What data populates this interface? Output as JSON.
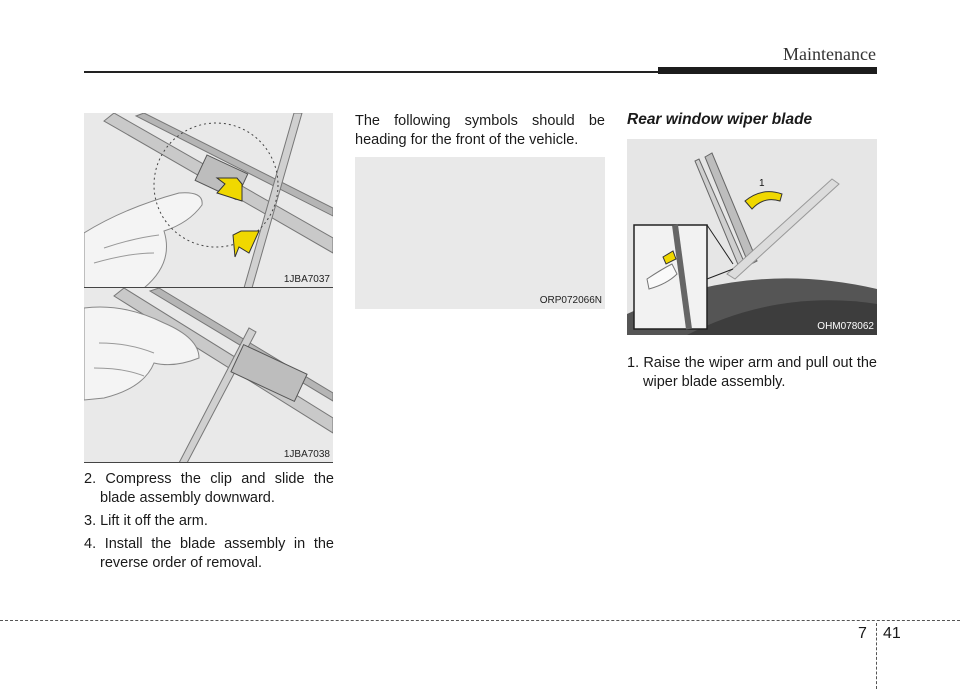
{
  "header": {
    "title": "Maintenance"
  },
  "figures": {
    "fig1_code": "1JBA7037",
    "fig2_code": "1JBA7038",
    "fig3_code": "ORP072066N",
    "fig4_code": "OHM078062",
    "fig4_label": "1"
  },
  "left_steps": [
    "2. Compress the clip and slide the blade assembly downward.",
    "3. Lift it off the arm.",
    "4. Install the blade assembly in the reverse order of removal."
  ],
  "middle_text": "The following symbols should be heading for the front of the vehicle.",
  "right": {
    "heading": "Rear window wiper blade",
    "step1": "1. Raise the wiper arm and pull out the wiper blade assembly."
  },
  "footer": {
    "chapter": "7",
    "page": "41"
  },
  "colors": {
    "arrow": "#f0d800",
    "figure_bg": "#e9e9e9"
  }
}
